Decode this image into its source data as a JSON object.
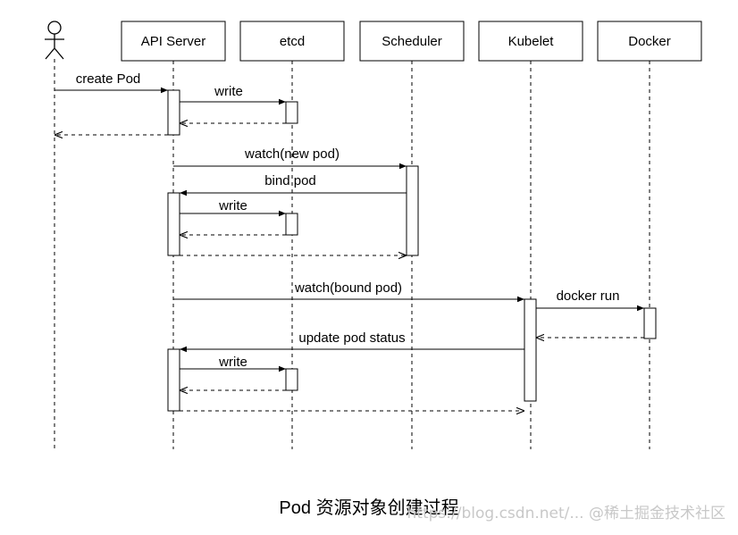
{
  "participants": [
    {
      "id": "user",
      "label": "",
      "kind": "actor"
    },
    {
      "id": "api",
      "label": "API Server",
      "kind": "box"
    },
    {
      "id": "etcd",
      "label": "etcd",
      "kind": "box"
    },
    {
      "id": "scheduler",
      "label": "Scheduler",
      "kind": "box"
    },
    {
      "id": "kubelet",
      "label": "Kubelet",
      "kind": "box"
    },
    {
      "id": "docker",
      "label": "Docker",
      "kind": "box"
    }
  ],
  "messages": [
    {
      "from": "user",
      "to": "api",
      "label": "create Pod",
      "style": "solid"
    },
    {
      "from": "api",
      "to": "etcd",
      "label": "write",
      "style": "solid"
    },
    {
      "from": "etcd",
      "to": "api",
      "label": "",
      "style": "dashed"
    },
    {
      "from": "api",
      "to": "user",
      "label": "",
      "style": "dashed"
    },
    {
      "from": "api",
      "to": "scheduler",
      "label": "watch(new pod)",
      "style": "solid"
    },
    {
      "from": "scheduler",
      "to": "api",
      "label": "bind pod",
      "style": "solid"
    },
    {
      "from": "api",
      "to": "etcd",
      "label": "write",
      "style": "solid"
    },
    {
      "from": "etcd",
      "to": "api",
      "label": "",
      "style": "dashed"
    },
    {
      "from": "api",
      "to": "scheduler",
      "label": "",
      "style": "dashed"
    },
    {
      "from": "api",
      "to": "kubelet",
      "label": "watch(bound pod)",
      "style": "solid"
    },
    {
      "from": "kubelet",
      "to": "docker",
      "label": "docker run",
      "style": "solid"
    },
    {
      "from": "docker",
      "to": "kubelet",
      "label": "",
      "style": "dashed"
    },
    {
      "from": "kubelet",
      "to": "api",
      "label": "update pod status",
      "style": "solid"
    },
    {
      "from": "api",
      "to": "etcd",
      "label": "write",
      "style": "solid"
    },
    {
      "from": "etcd",
      "to": "api",
      "label": "",
      "style": "dashed"
    },
    {
      "from": "api",
      "to": "kubelet",
      "label": "",
      "style": "dashed"
    }
  ],
  "caption": "Pod 资源对象创建过程",
  "watermark": "https://blog.csdn.net/... @稀土掘金技术社区"
}
